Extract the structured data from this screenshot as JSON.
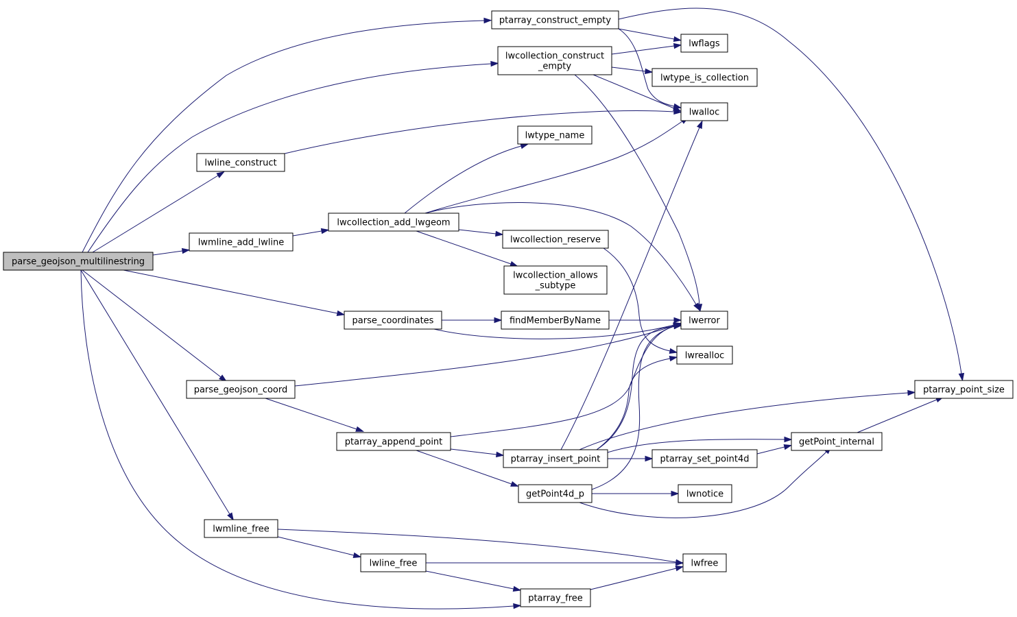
{
  "diagram": {
    "edge_color": "#191970",
    "root_fill": "#bfbfbf",
    "node_fill": "#ffffff",
    "nodes": [
      {
        "id": "parse_geojson_multilinestring",
        "lines": [
          "parse_geojson_multilinestring"
        ],
        "root": true
      },
      {
        "id": "ptarray_construct_empty",
        "lines": [
          "ptarray_construct_empty"
        ]
      },
      {
        "id": "lwcollection_construct_empty",
        "lines": [
          "lwcollection_construct",
          "_empty"
        ]
      },
      {
        "id": "lwflags",
        "lines": [
          "lwflags"
        ]
      },
      {
        "id": "lwtype_is_collection",
        "lines": [
          "lwtype_is_collection"
        ]
      },
      {
        "id": "lwalloc",
        "lines": [
          "lwalloc"
        ]
      },
      {
        "id": "lwtype_name",
        "lines": [
          "lwtype_name"
        ]
      },
      {
        "id": "lwline_construct",
        "lines": [
          "lwline_construct"
        ]
      },
      {
        "id": "lwcollection_add_lwgeom",
        "lines": [
          "lwcollection_add_lwgeom"
        ]
      },
      {
        "id": "lwmline_add_lwline",
        "lines": [
          "lwmline_add_lwline"
        ]
      },
      {
        "id": "lwcollection_reserve",
        "lines": [
          "lwcollection_reserve"
        ]
      },
      {
        "id": "lwcollection_allows_subtype",
        "lines": [
          "lwcollection_allows",
          "_subtype"
        ]
      },
      {
        "id": "parse_coordinates",
        "lines": [
          "parse_coordinates"
        ]
      },
      {
        "id": "findMemberByName",
        "lines": [
          "findMemberByName"
        ]
      },
      {
        "id": "lwerror",
        "lines": [
          "lwerror"
        ]
      },
      {
        "id": "lwrealloc",
        "lines": [
          "lwrealloc"
        ]
      },
      {
        "id": "parse_geojson_coord",
        "lines": [
          "parse_geojson_coord"
        ]
      },
      {
        "id": "ptarray_point_size",
        "lines": [
          "ptarray_point_size"
        ]
      },
      {
        "id": "ptarray_append_point",
        "lines": [
          "ptarray_append_point"
        ]
      },
      {
        "id": "getPoint_internal",
        "lines": [
          "getPoint_internal"
        ]
      },
      {
        "id": "ptarray_insert_point",
        "lines": [
          "ptarray_insert_point"
        ]
      },
      {
        "id": "ptarray_set_point4d",
        "lines": [
          "ptarray_set_point4d"
        ]
      },
      {
        "id": "getPoint4d_p",
        "lines": [
          "getPoint4d_p"
        ]
      },
      {
        "id": "lwnotice",
        "lines": [
          "lwnotice"
        ]
      },
      {
        "id": "lwmline_free",
        "lines": [
          "lwmline_free"
        ]
      },
      {
        "id": "lwline_free",
        "lines": [
          "lwline_free"
        ]
      },
      {
        "id": "lwfree",
        "lines": [
          "lwfree"
        ]
      },
      {
        "id": "ptarray_free",
        "lines": [
          "ptarray_free"
        ]
      }
    ],
    "edges": [
      {
        "from": "parse_geojson_multilinestring",
        "to": "ptarray_construct_empty"
      },
      {
        "from": "parse_geojson_multilinestring",
        "to": "lwcollection_construct_empty"
      },
      {
        "from": "parse_geojson_multilinestring",
        "to": "lwline_construct"
      },
      {
        "from": "parse_geojson_multilinestring",
        "to": "lwmline_add_lwline"
      },
      {
        "from": "parse_geojson_multilinestring",
        "to": "parse_coordinates"
      },
      {
        "from": "parse_geojson_multilinestring",
        "to": "parse_geojson_coord"
      },
      {
        "from": "parse_geojson_multilinestring",
        "to": "lwmline_free"
      },
      {
        "from": "parse_geojson_multilinestring",
        "to": "ptarray_free"
      },
      {
        "from": "ptarray_construct_empty",
        "to": "lwflags"
      },
      {
        "from": "ptarray_construct_empty",
        "to": "lwalloc"
      },
      {
        "from": "ptarray_construct_empty",
        "to": "ptarray_point_size"
      },
      {
        "from": "lwcollection_construct_empty",
        "to": "lwflags"
      },
      {
        "from": "lwcollection_construct_empty",
        "to": "lwtype_is_collection"
      },
      {
        "from": "lwcollection_construct_empty",
        "to": "lwalloc"
      },
      {
        "from": "lwcollection_construct_empty",
        "to": "lwerror"
      },
      {
        "from": "lwline_construct",
        "to": "lwalloc"
      },
      {
        "from": "lwmline_add_lwline",
        "to": "lwcollection_add_lwgeom"
      },
      {
        "from": "lwcollection_add_lwgeom",
        "to": "lwtype_name"
      },
      {
        "from": "lwcollection_add_lwgeom",
        "to": "lwalloc"
      },
      {
        "from": "lwcollection_add_lwgeom",
        "to": "lwerror"
      },
      {
        "from": "lwcollection_add_lwgeom",
        "to": "lwcollection_reserve"
      },
      {
        "from": "lwcollection_add_lwgeom",
        "to": "lwcollection_allows_subtype"
      },
      {
        "from": "lwcollection_reserve",
        "to": "lwrealloc"
      },
      {
        "from": "parse_coordinates",
        "to": "findMemberByName"
      },
      {
        "from": "parse_coordinates",
        "to": "lwerror"
      },
      {
        "from": "findMemberByName",
        "to": "lwerror"
      },
      {
        "from": "parse_geojson_coord",
        "to": "lwerror"
      },
      {
        "from": "parse_geojson_coord",
        "to": "ptarray_append_point"
      },
      {
        "from": "ptarray_append_point",
        "to": "lwerror"
      },
      {
        "from": "ptarray_append_point",
        "to": "ptarray_insert_point"
      },
      {
        "from": "ptarray_append_point",
        "to": "getPoint4d_p"
      },
      {
        "from": "ptarray_insert_point",
        "to": "lwalloc"
      },
      {
        "from": "ptarray_insert_point",
        "to": "lwerror"
      },
      {
        "from": "ptarray_insert_point",
        "to": "lwrealloc"
      },
      {
        "from": "ptarray_insert_point",
        "to": "ptarray_point_size"
      },
      {
        "from": "ptarray_insert_point",
        "to": "getPoint_internal"
      },
      {
        "from": "ptarray_insert_point",
        "to": "ptarray_set_point4d"
      },
      {
        "from": "ptarray_set_point4d",
        "to": "getPoint_internal"
      },
      {
        "from": "getPoint_internal",
        "to": "ptarray_point_size"
      },
      {
        "from": "getPoint4d_p",
        "to": "lwerror"
      },
      {
        "from": "getPoint4d_p",
        "to": "lwnotice"
      },
      {
        "from": "getPoint4d_p",
        "to": "getPoint_internal"
      },
      {
        "from": "lwmline_free",
        "to": "lwline_free"
      },
      {
        "from": "lwmline_free",
        "to": "lwfree"
      },
      {
        "from": "lwline_free",
        "to": "lwfree"
      },
      {
        "from": "lwline_free",
        "to": "ptarray_free"
      },
      {
        "from": "ptarray_free",
        "to": "lwfree"
      }
    ]
  }
}
